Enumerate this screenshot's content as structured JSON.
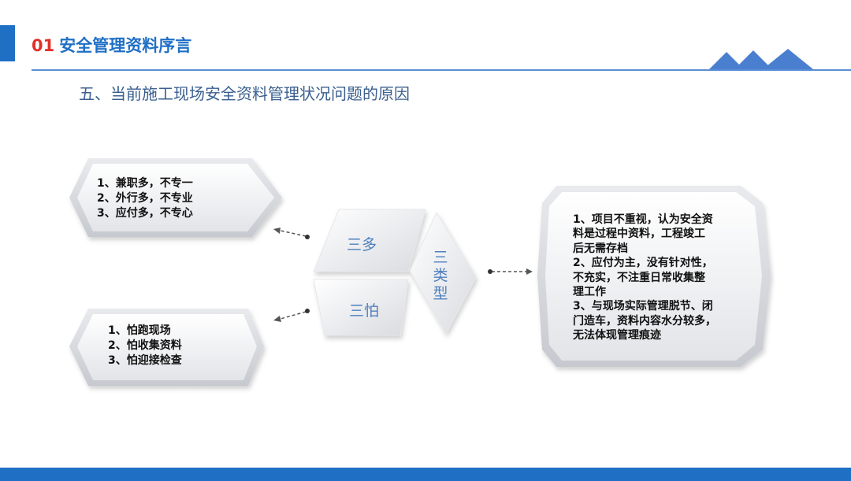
{
  "header": {
    "number": "01",
    "title": "安全管理资料序言"
  },
  "subtitle": "五、当前施工现场安全资料管理状况问题的原因",
  "center": {
    "top_label": "三多",
    "bottom_label": "三怕",
    "right_label": "三类型"
  },
  "left_top_box": {
    "items": [
      "1、兼职多，不专一",
      "2、外行多，不专业",
      "3、应付多，不专心"
    ]
  },
  "left_bottom_box": {
    "items": [
      "1、怕跑现场",
      "2、怕收集资料",
      "3、怕迎接检查"
    ]
  },
  "right_box": {
    "lines": [
      "1、项目不重视，认为安全资",
      "料是过程中资料，工程竣工",
      "后无需存档",
      "2、应付为主，没有针对性，",
      "不充实，不注重日常收集整",
      "理工作",
      "3、与现场实际管理脱节、闭",
      "门造车，资料内容水分较多，",
      "无法体现管理痕迹"
    ]
  },
  "colors": {
    "brand_blue": "#1f6fc5",
    "number_red": "#e0302a",
    "label_blue": "#4f7fbf"
  }
}
